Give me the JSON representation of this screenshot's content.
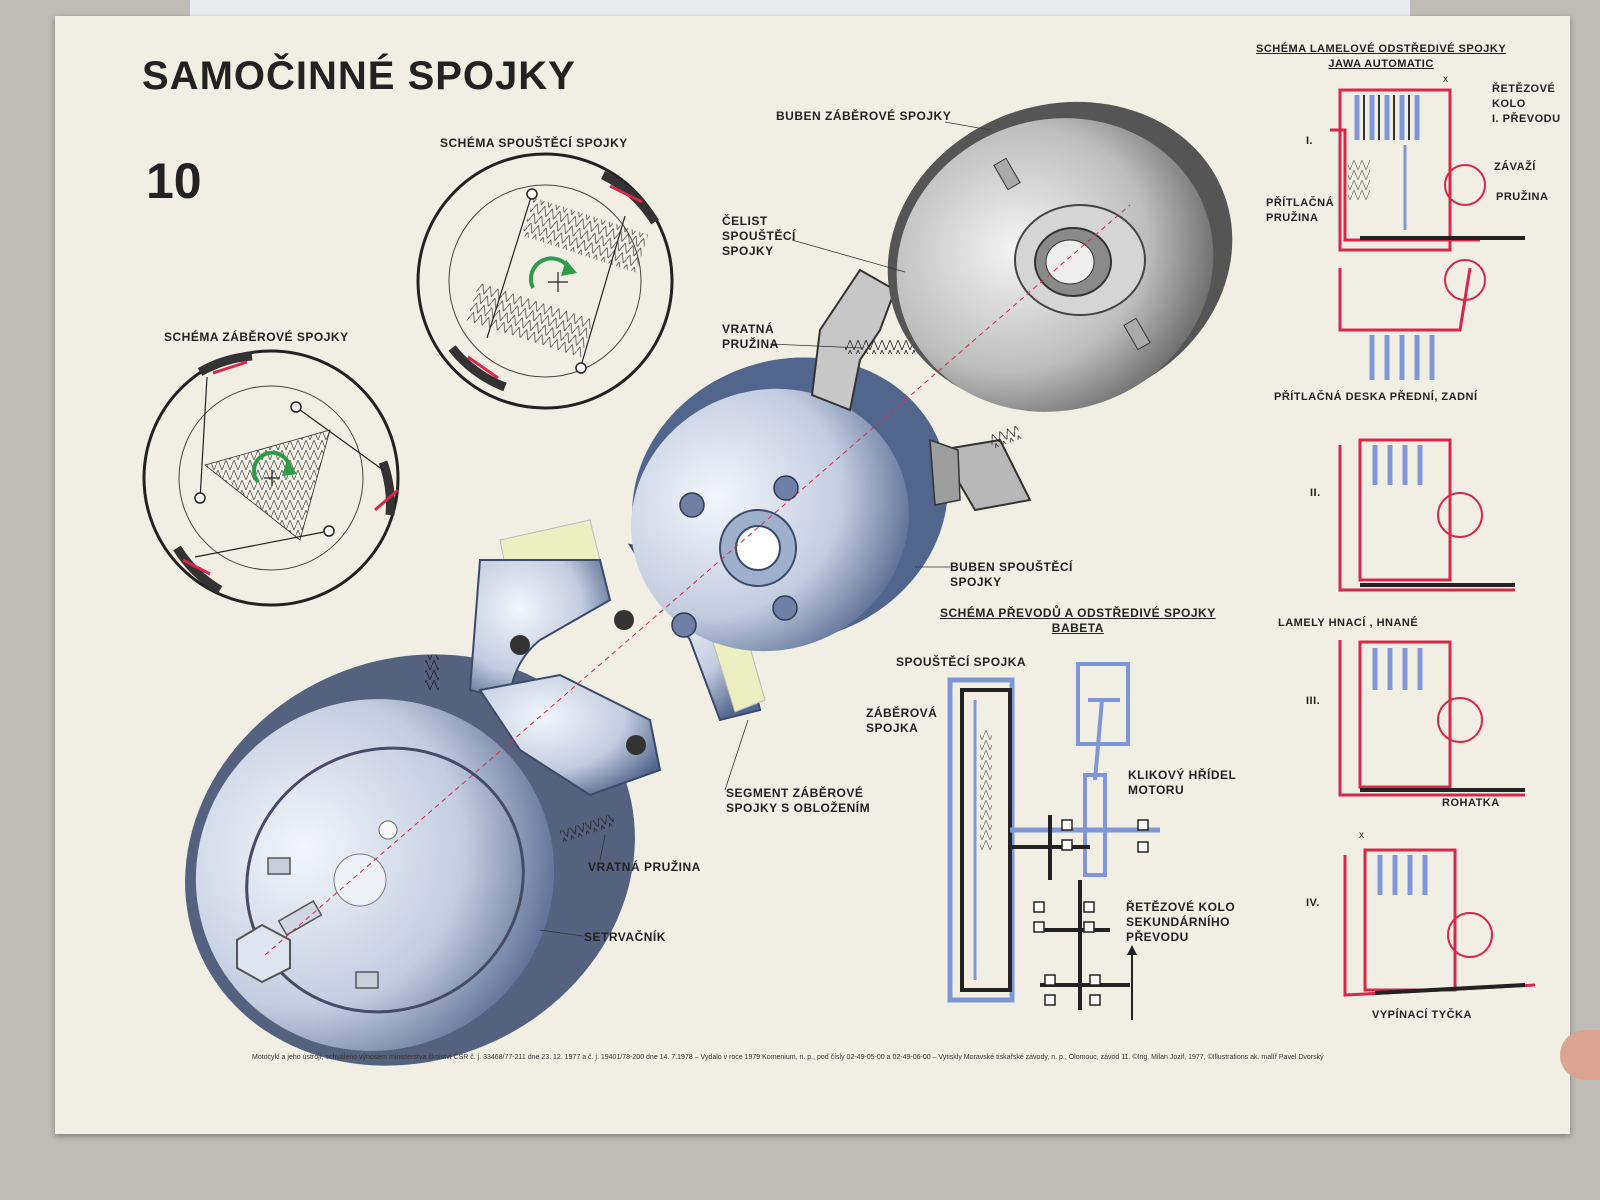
{
  "poster": {
    "title": "SAMOČINNÉ SPOJKY",
    "number": "10",
    "footer": "Motocykl a jeho ústrojí, schváleno výnosem ministerstva školství ČSR   č. j. 33468/77-211 dne 23. 12. 1977 a č. j. 19401/78-200 dne 14. 7.1978 – Vydalo v roce 1979 Komenium, n. p., pod čísly 02-49-05-00  a 02-49-06-00 – Vytiskly Moravské tiskařské závody, n. p., Olomouc, závod 11.  ©Ing. Milan Jozif, 1977, ©Illustrations ak. malíř Pavel Dvorský"
  },
  "labels": {
    "schema_spousteci": "SCHÉMA SPOUŠTĚCÍ SPOJKY",
    "schema_zaberove": "SCHÉMA ZÁBĚROVÉ SPOJKY",
    "buben_zaberove": "BUBEN ZÁBĚROVÉ SPOJKY",
    "celist": "ČELIST\nSPOUŠTĚCÍ\nSPOJKY",
    "vratna_pruzina_top": "VRATNÁ\nPRUŽINA",
    "buben_spousteci": "BUBEN SPOUŠTĚCÍ\nSPOJKY",
    "segment": "SEGMENT ZÁBĚROVÉ\nSPOJKY S OBLOŽENÍM",
    "vratna_pruzina_bottom": "VRATNÁ PRUŽINA",
    "setrvacnik": "SETRVAČNÍK",
    "schema_prevodu": "SCHÉMA PŘEVODŮ A ODSTŘEDIVÉ SPOJKY\nBABETA",
    "spousteci_spojka": "SPOUŠTĚCÍ SPOJKA",
    "zaberova_spojka": "ZÁBĚROVÁ\nSPOJKA",
    "klikovy_hridel": "KLIKOVÝ HŘÍDEL\nMOTORU",
    "retezove_kolo_sek": "ŘETĚZOVÉ KOLO\nSEKUNDÁRNÍHO\nPŘEVODU",
    "schema_lamelove": "SCHÉMA LAMELOVÉ ODSTŘEDIVÉ SPOJKY\nJAWA AUTOMATIC",
    "retezove_kolo_i": "ŘETĚZOVÉ\nKOLO\nI. PŘEVODU",
    "zavazi": "ZÁVAŽÍ",
    "pruzina": "PRUŽINA",
    "pritlacna_pruzina": "PŘÍTLAČNÁ\nPRUŽINA",
    "pritlacna_deska": "PŘÍTLAČNÁ DESKA PŘEDNÍ, ZADNÍ",
    "lamely": "LAMELY HNACÍ , HNANÉ",
    "rohatka": "ROHATKA",
    "vypinaci_tycka": "VYPÍNACÍ TYČKA",
    "stage_1": "I.",
    "stage_2": "II.",
    "stage_3": "III.",
    "stage_4": "IV.",
    "x_mark_top": "x",
    "x_mark_bottom": "x"
  },
  "colors": {
    "paper": "#f1efe4",
    "ink": "#222222",
    "schematic_red": "#d8284a",
    "schematic_blue": "#7f97d8",
    "rotation_green": "#2e9b4b",
    "lining_yellow": "#ecefc2",
    "part_blue": "#c9d4e6"
  }
}
